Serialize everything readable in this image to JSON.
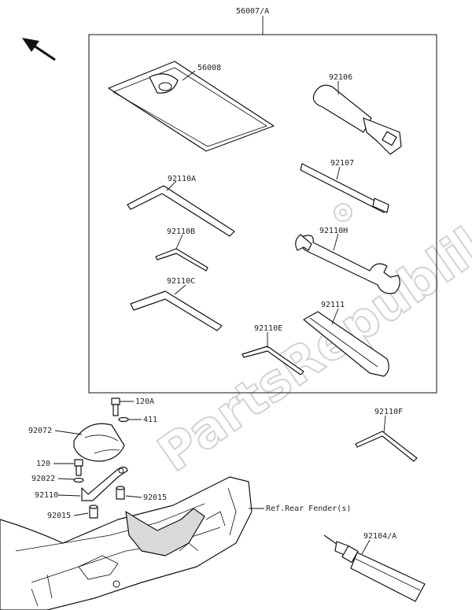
{
  "watermark": "PartsRepublik",
  "labels": {
    "kit": "56007/A",
    "pouch": "56008",
    "driver": "92106",
    "flat_blade": "92107",
    "hex_a": "92110A",
    "hex_b": "92110B",
    "hex_c": "92110C",
    "wrench": "92110H",
    "hex_e": "92110E",
    "lever": "92111",
    "bolt_120a": "120A",
    "washer_411": "411",
    "cover": "92072",
    "bolt_120": "120",
    "washer_92022": "92022",
    "bracket": "92110",
    "collar_right": "92015",
    "collar_left": "92015",
    "hex_f": "92110F",
    "ref": "Ref.Rear Fender(s)",
    "grease": "92104/A"
  },
  "icons": {
    "direction": "arrow-up-left-icon"
  }
}
